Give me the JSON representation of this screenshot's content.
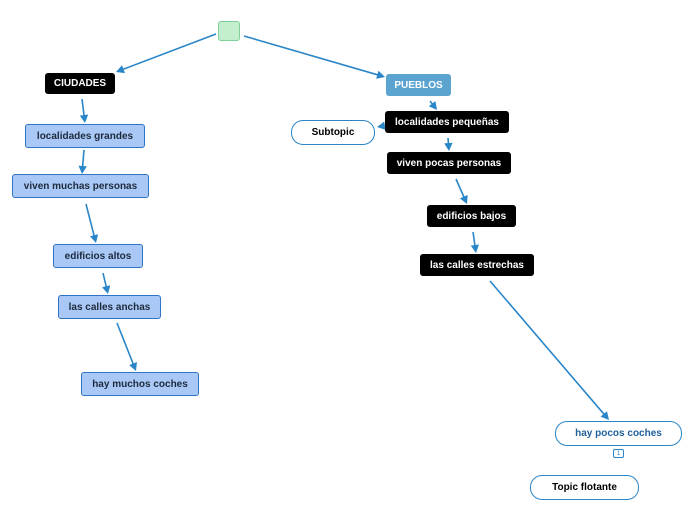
{
  "colors": {
    "connector": "#2a86c8",
    "dark_node": "#000000",
    "light_node": "#a9c8f5",
    "teal_node": "#5aa4cf",
    "root_node": "#c3efcf"
  },
  "nodes": {
    "root": "",
    "ciudades": "CIUDADES",
    "localidades_grandes": "localidades grandes",
    "viven_muchas": "viven muchas personas",
    "edificios_altos": "edificios altos",
    "calles_anchas": "las calles anchas",
    "muchos_coches": "hay muchos coches",
    "pueblos": "PUEBLOS",
    "subtopic": "Subtopic",
    "localidades_pequenas": "localidades pequeñas",
    "viven_pocas": "viven pocas personas",
    "edificios_bajos": "edificios bajos",
    "calles_estrechas": "las calles estrechas",
    "pocos_coches": "hay pocos coches",
    "pocos_coches_badge": "1",
    "topic_flotante": "Topic flotante"
  }
}
